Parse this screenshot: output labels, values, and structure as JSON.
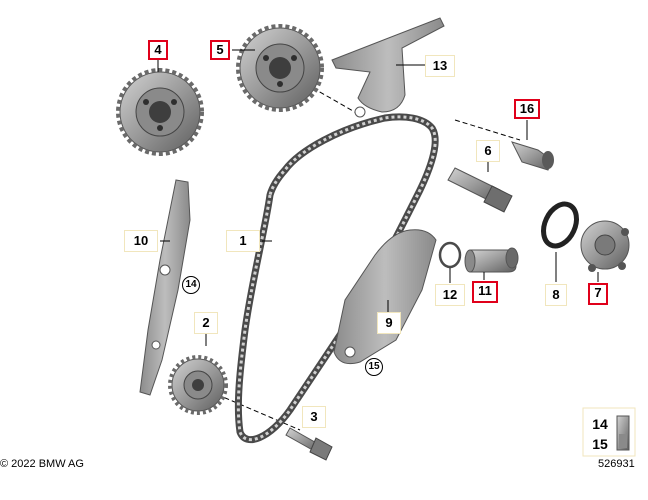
{
  "callouts": {
    "c1": "1",
    "c2": "2",
    "c3": "3",
    "c4": "4",
    "c5": "5",
    "c6": "6",
    "c7": "7",
    "c8": "8",
    "c9": "9",
    "c10": "10",
    "c11": "11",
    "c12": "12",
    "c13": "13",
    "c14": "14",
    "c15": "15",
    "c16": "16"
  },
  "legend": {
    "a": "14",
    "b": "15"
  },
  "footer": {
    "copyright": "© 2022 BMW AG",
    "diagram_number": "526931"
  },
  "colors": {
    "highlight": "#e0001a",
    "part_gray": "#9a9a9a",
    "part_dark": "#5e5e5e"
  }
}
